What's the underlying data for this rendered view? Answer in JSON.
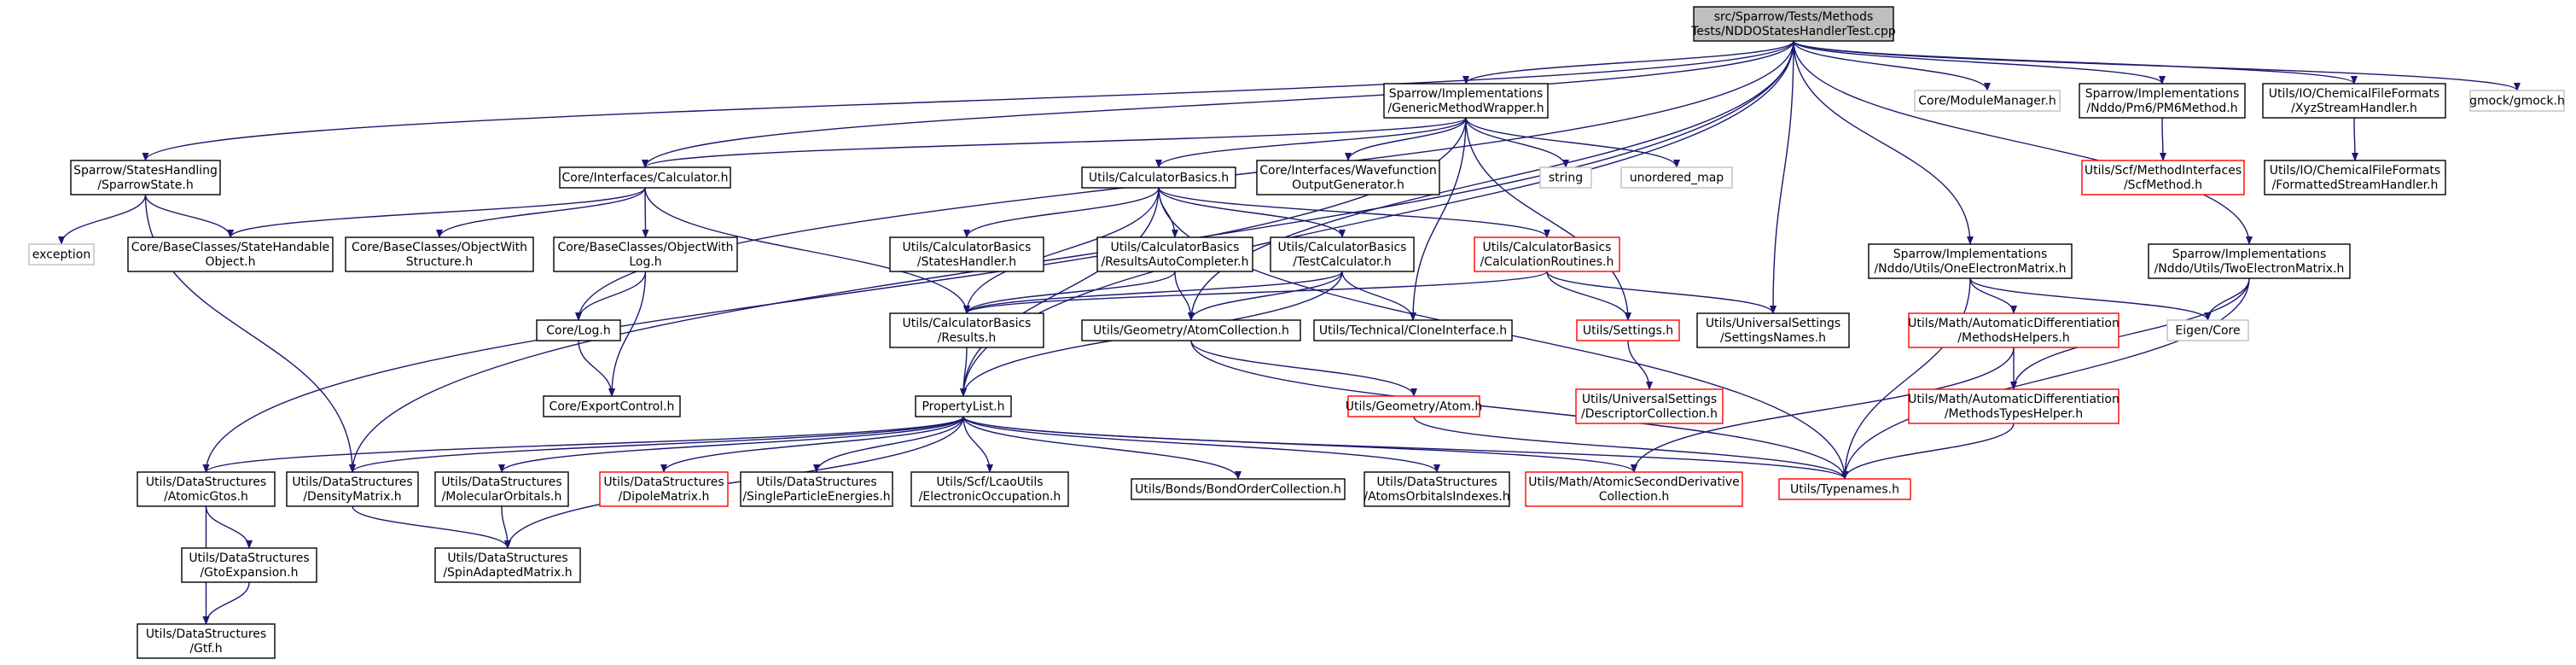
{
  "graph": {
    "colors": {
      "edge": "#191970",
      "node_default_border": "#000000",
      "node_unresolved_border": "#bfbfbf",
      "node_truncated_border": "#ff0000",
      "root_fill": "#bfbfbf",
      "node_fill": "#ffffff"
    },
    "nodes": [
      {
        "id": "root",
        "lines": [
          "src/Sparrow/Tests/Methods",
          "Tests/NDDOStatesHandlerTest.cpp"
        ],
        "kind": "root"
      },
      {
        "id": "gmw",
        "lines": [
          "Sparrow/Implementations",
          "/GenericMethodWrapper.h"
        ],
        "kind": "normal"
      },
      {
        "id": "modman",
        "lines": [
          "Core/ModuleManager.h"
        ],
        "kind": "unresolved"
      },
      {
        "id": "pm6",
        "lines": [
          "Sparrow/Implementations",
          "/Nddo/Pm6/PM6Method.h"
        ],
        "kind": "normal"
      },
      {
        "id": "xyz",
        "lines": [
          "Utils/IO/ChemicalFileFormats",
          "/XyzStreamHandler.h"
        ],
        "kind": "normal"
      },
      {
        "id": "gmock",
        "lines": [
          "gmock/gmock.h"
        ],
        "kind": "unresolved"
      },
      {
        "id": "sparrowstate",
        "lines": [
          "Sparrow/StatesHandling",
          "/SparrowState.h"
        ],
        "kind": "normal"
      },
      {
        "id": "calc",
        "lines": [
          "Core/Interfaces/Calculator.h"
        ],
        "kind": "normal"
      },
      {
        "id": "calcbasics",
        "lines": [
          "Utils/CalculatorBasics.h"
        ],
        "kind": "normal"
      },
      {
        "id": "wavefn",
        "lines": [
          "Core/Interfaces/Wavefunction",
          "OutputGenerator.h"
        ],
        "kind": "normal"
      },
      {
        "id": "string",
        "lines": [
          "string"
        ],
        "kind": "unresolved"
      },
      {
        "id": "umap",
        "lines": [
          "unordered_map"
        ],
        "kind": "unresolved"
      },
      {
        "id": "scfmi",
        "lines": [
          "Utils/Scf/MethodInterfaces",
          "/ScfMethod.h"
        ],
        "kind": "truncated"
      },
      {
        "id": "fsh",
        "lines": [
          "Utils/IO/ChemicalFileFormats",
          "/FormattedStreamHandler.h"
        ],
        "kind": "normal"
      },
      {
        "id": "exception",
        "lines": [
          "exception"
        ],
        "kind": "unresolved"
      },
      {
        "id": "stateh",
        "lines": [
          "Core/BaseClasses/StateHandable",
          "Object.h"
        ],
        "kind": "normal"
      },
      {
        "id": "objstruct",
        "lines": [
          "Core/BaseClasses/ObjectWith",
          "Structure.h"
        ],
        "kind": "normal"
      },
      {
        "id": "objlog",
        "lines": [
          "Core/BaseClasses/ObjectWith",
          "Log.h"
        ],
        "kind": "normal"
      },
      {
        "id": "cbstates",
        "lines": [
          "Utils/CalculatorBasics",
          "/StatesHandler.h"
        ],
        "kind": "normal"
      },
      {
        "id": "cbauto",
        "lines": [
          "Utils/CalculatorBasics",
          "/ResultsAutoCompleter.h"
        ],
        "kind": "normal"
      },
      {
        "id": "cbtest",
        "lines": [
          "Utils/CalculatorBasics",
          "/TestCalculator.h"
        ],
        "kind": "normal"
      },
      {
        "id": "cbroutines",
        "lines": [
          "Utils/CalculatorBasics",
          "/CalculationRoutines.h"
        ],
        "kind": "truncated"
      },
      {
        "id": "oneel",
        "lines": [
          "Sparrow/Implementations",
          "/Nddo/Utils/OneElectronMatrix.h"
        ],
        "kind": "normal"
      },
      {
        "id": "twoel",
        "lines": [
          "Sparrow/Implementations",
          "/Nddo/Utils/TwoElectronMatrix.h"
        ],
        "kind": "normal"
      },
      {
        "id": "corelog",
        "lines": [
          "Core/Log.h"
        ],
        "kind": "normal"
      },
      {
        "id": "cbresults",
        "lines": [
          "Utils/CalculatorBasics",
          "/Results.h"
        ],
        "kind": "normal"
      },
      {
        "id": "atomcoll",
        "lines": [
          "Utils/Geometry/AtomCollection.h"
        ],
        "kind": "normal"
      },
      {
        "id": "clone",
        "lines": [
          "Utils/Technical/CloneInterface.h"
        ],
        "kind": "normal"
      },
      {
        "id": "settings",
        "lines": [
          "Utils/Settings.h"
        ],
        "kind": "truncated"
      },
      {
        "id": "usnames",
        "lines": [
          "Utils/UniversalSettings",
          "/SettingsNames.h"
        ],
        "kind": "normal"
      },
      {
        "id": "adhelpers",
        "lines": [
          "Utils/Math/AutomaticDifferentiation",
          "/MethodsHelpers.h"
        ],
        "kind": "truncated"
      },
      {
        "id": "eigen",
        "lines": [
          "Eigen/Core"
        ],
        "kind": "unresolved"
      },
      {
        "id": "exportctrl",
        "lines": [
          "Core/ExportControl.h"
        ],
        "kind": "normal"
      },
      {
        "id": "atom",
        "lines": [
          "Utils/Geometry/Atom.h"
        ],
        "kind": "truncated"
      },
      {
        "id": "descr",
        "lines": [
          "Utils/UniversalSettings",
          "/DescriptorCollection.h"
        ],
        "kind": "truncated"
      },
      {
        "id": "adtypes",
        "lines": [
          "Utils/Math/AutomaticDifferentiation",
          "/MethodsTypesHelper.h"
        ],
        "kind": "truncated"
      },
      {
        "id": "proplist",
        "lines": [
          "PropertyList.h"
        ],
        "kind": "normal"
      },
      {
        "id": "gtos",
        "lines": [
          "Utils/DataStructures",
          "/AtomicGtos.h"
        ],
        "kind": "normal"
      },
      {
        "id": "density",
        "lines": [
          "Utils/DataStructures",
          "/DensityMatrix.h"
        ],
        "kind": "normal"
      },
      {
        "id": "molorb",
        "lines": [
          "Utils/DataStructures",
          "/MolecularOrbitals.h"
        ],
        "kind": "normal"
      },
      {
        "id": "dipole",
        "lines": [
          "Utils/DataStructures",
          "/DipoleMatrix.h"
        ],
        "kind": "truncated"
      },
      {
        "id": "spe",
        "lines": [
          "Utils/DataStructures",
          "/SingleParticleEnergies.h"
        ],
        "kind": "normal"
      },
      {
        "id": "lcao",
        "lines": [
          "Utils/Scf/LcaoUtils",
          "/ElectronicOccupation.h"
        ],
        "kind": "normal"
      },
      {
        "id": "bondorder",
        "lines": [
          "Utils/Bonds/BondOrderCollection.h"
        ],
        "kind": "normal"
      },
      {
        "id": "aoi",
        "lines": [
          "Utils/DataStructures",
          "/AtomsOrbitalsIndexes.h"
        ],
        "kind": "normal"
      },
      {
        "id": "asd",
        "lines": [
          "Utils/Math/AtomicSecondDerivative",
          "Collection.h"
        ],
        "kind": "truncated"
      },
      {
        "id": "typenames",
        "lines": [
          "Utils/Typenames.h"
        ],
        "kind": "truncated"
      },
      {
        "id": "gtoexp",
        "lines": [
          "Utils/DataStructures",
          "/GtoExpansion.h"
        ],
        "kind": "normal"
      },
      {
        "id": "spinadapted",
        "lines": [
          "Utils/DataStructures",
          "/SpinAdaptedMatrix.h"
        ],
        "kind": "normal"
      },
      {
        "id": "gtf",
        "lines": [
          "Utils/DataStructures",
          "/Gtf.h"
        ],
        "kind": "normal"
      }
    ],
    "edges": [
      [
        "root",
        "gmw"
      ],
      [
        "root",
        "modman"
      ],
      [
        "root",
        "pm6"
      ],
      [
        "root",
        "xyz"
      ],
      [
        "root",
        "gmock"
      ],
      [
        "root",
        "sparrowstate"
      ],
      [
        "root",
        "calc"
      ],
      [
        "root",
        "corelog"
      ],
      [
        "root",
        "density"
      ],
      [
        "root",
        "proplist"
      ],
      [
        "root",
        "atomcoll"
      ],
      [
        "root",
        "usnames"
      ],
      [
        "root",
        "oneel"
      ],
      [
        "root",
        "twoel"
      ],
      [
        "gmw",
        "calc"
      ],
      [
        "gmw",
        "calcbasics"
      ],
      [
        "gmw",
        "wavefn"
      ],
      [
        "gmw",
        "string"
      ],
      [
        "gmw",
        "umap"
      ],
      [
        "gmw",
        "settings"
      ],
      [
        "gmw",
        "clone"
      ],
      [
        "gmw",
        "gtos"
      ],
      [
        "pm6",
        "scfmi"
      ],
      [
        "xyz",
        "fsh"
      ],
      [
        "sparrowstate",
        "exception"
      ],
      [
        "sparrowstate",
        "stateh"
      ],
      [
        "sparrowstate",
        "density"
      ],
      [
        "calc",
        "stateh"
      ],
      [
        "calc",
        "objstruct"
      ],
      [
        "calc",
        "objlog"
      ],
      [
        "calc",
        "cbresults"
      ],
      [
        "objlog",
        "corelog"
      ],
      [
        "objlog",
        "exportctrl"
      ],
      [
        "corelog",
        "exportctrl"
      ],
      [
        "calcbasics",
        "cbstates"
      ],
      [
        "calcbasics",
        "cbauto"
      ],
      [
        "calcbasics",
        "cbtest"
      ],
      [
        "calcbasics",
        "cbroutines"
      ],
      [
        "calcbasics",
        "cbresults"
      ],
      [
        "calcbasics",
        "proplist"
      ],
      [
        "calcbasics",
        "typenames"
      ],
      [
        "cbauto",
        "cbresults"
      ],
      [
        "cbauto",
        "atomcoll"
      ],
      [
        "cbtest",
        "cbresults"
      ],
      [
        "cbtest",
        "atomcoll"
      ],
      [
        "cbtest",
        "clone"
      ],
      [
        "cbtest",
        "proplist"
      ],
      [
        "cbroutines",
        "cbresults"
      ],
      [
        "cbroutines",
        "settings"
      ],
      [
        "cbroutines",
        "usnames"
      ],
      [
        "cbresults",
        "proplist"
      ],
      [
        "atomcoll",
        "atom"
      ],
      [
        "atomcoll",
        "typenames"
      ],
      [
        "atom",
        "typenames"
      ],
      [
        "settings",
        "descr"
      ],
      [
        "oneel",
        "adhelpers"
      ],
      [
        "oneel",
        "eigen"
      ],
      [
        "oneel",
        "typenames"
      ],
      [
        "twoel",
        "eigen"
      ],
      [
        "twoel",
        "adtypes"
      ],
      [
        "twoel",
        "typenames"
      ],
      [
        "adhelpers",
        "adtypes"
      ],
      [
        "adhelpers",
        "asd"
      ],
      [
        "adtypes",
        "typenames"
      ],
      [
        "proplist",
        "gtos"
      ],
      [
        "proplist",
        "density"
      ],
      [
        "proplist",
        "molorb"
      ],
      [
        "proplist",
        "dipole"
      ],
      [
        "proplist",
        "spe"
      ],
      [
        "proplist",
        "lcao"
      ],
      [
        "proplist",
        "bondorder"
      ],
      [
        "proplist",
        "aoi"
      ],
      [
        "proplist",
        "asd"
      ],
      [
        "proplist",
        "typenames"
      ],
      [
        "proplist",
        "spinadapted"
      ],
      [
        "gtos",
        "gtoexp"
      ],
      [
        "gtos",
        "gtf"
      ],
      [
        "gtoexp",
        "gtf"
      ],
      [
        "density",
        "spinadapted"
      ],
      [
        "molorb",
        "spinadapted"
      ]
    ]
  }
}
